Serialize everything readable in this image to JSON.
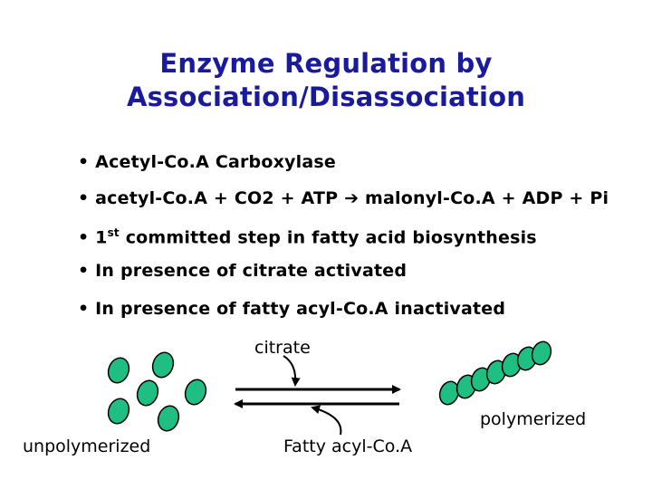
{
  "title": {
    "line1": "Enzyme Regulation by",
    "line2": "Association/Disassociation"
  },
  "bullets": {
    "b1": "• Acetyl-Co.A Carboxylase",
    "b2_pre": "• acetyl-Co.A + CO2 + ATP ",
    "b2_arrow": "➔",
    "b2_post": " malonyl-Co.A + ADP + Pi",
    "b3_pre": "• 1",
    "b3_sup": "st",
    "b3_post": " committed step in fatty acid biosynthesis",
    "b4": "• In presence of citrate activated",
    "b5": "• In presence of fatty acyl-Co.A inactivated"
  },
  "diagram": {
    "activator_label": "citrate",
    "inhibitor_label": "Fatty acyl-Co.A",
    "left_state_label": "unpolymerized",
    "right_state_label": "polymerized",
    "subunit_color": "#1fbf84",
    "subunit_stroke": "#000000"
  },
  "colors": {
    "title": "#1a1a9c",
    "text": "#000000"
  }
}
